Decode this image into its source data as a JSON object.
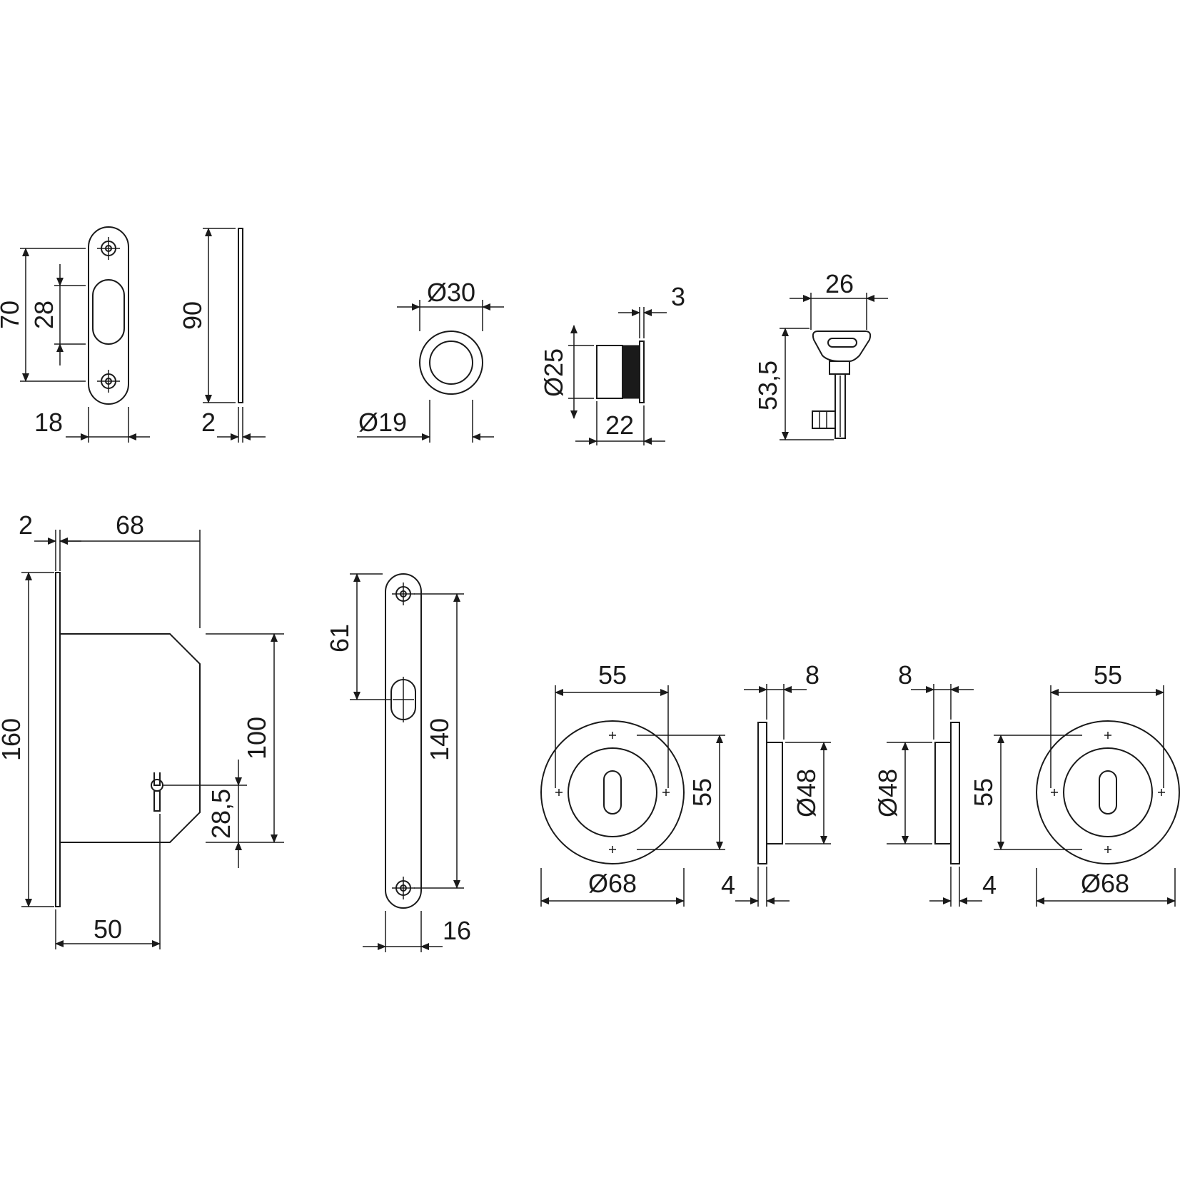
{
  "colors": {
    "line": "#1a1a1a",
    "background": "#ffffff"
  },
  "strike_plate": {
    "height": "70",
    "slot": "28",
    "width": "18",
    "side_height": "90",
    "thickness": "2"
  },
  "flush_pull": {
    "outer_dia": "Ø30",
    "inner_dia": "Ø19"
  },
  "cylinder_button": {
    "dia": "Ø25",
    "length": "22",
    "flange": "3"
  },
  "key": {
    "width": "26",
    "length": "53,5"
  },
  "lock_body": {
    "faceplate": "2",
    "depth": "68",
    "height": "160",
    "case_height": "100",
    "key_offset": "28,5",
    "backset": "50"
  },
  "faceplate": {
    "to_slot": "61",
    "screw_spacing": "140",
    "width": "16"
  },
  "escutcheon_left": {
    "spacing_h": "55",
    "spacing_v": "55",
    "dia": "Ø68"
  },
  "escutcheon_side_left": {
    "depth": "8",
    "inner_dia": "Ø48",
    "plate": "4"
  },
  "escutcheon_side_right": {
    "depth": "8",
    "inner_dia": "Ø48",
    "plate": "4"
  },
  "escutcheon_right": {
    "spacing_h": "55",
    "spacing_v": "55",
    "dia": "Ø68"
  }
}
